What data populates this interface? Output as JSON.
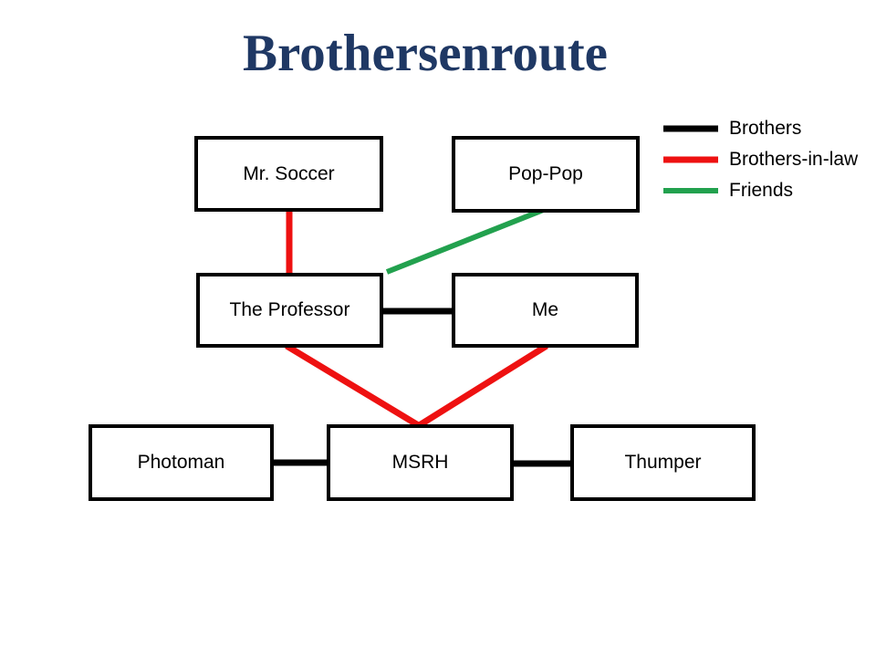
{
  "title": "Brothersenroute",
  "colors": {
    "title_text": "#1f3864",
    "brothers": "#000000",
    "brothers_in_law": "#ee1111",
    "friends": "#22a14e",
    "box_border": "#000000",
    "box_fill": "#ffffff",
    "background": "#ffffff"
  },
  "legend": {
    "items": [
      {
        "label": "Brothers",
        "color_key": "brothers"
      },
      {
        "label": "Brothers-in-law",
        "color_key": "brothers_in_law"
      },
      {
        "label": "Friends",
        "color_key": "friends"
      }
    ]
  },
  "nodes": [
    {
      "id": "mr-soccer",
      "label": "Mr. Soccer"
    },
    {
      "id": "pop-pop",
      "label": "Pop-Pop"
    },
    {
      "id": "the-professor",
      "label": "The Professor"
    },
    {
      "id": "me",
      "label": "Me"
    },
    {
      "id": "photoman",
      "label": "Photoman"
    },
    {
      "id": "msrh",
      "label": "MSRH"
    },
    {
      "id": "thumper",
      "label": "Thumper"
    }
  ],
  "edges": [
    {
      "from": "Mr. Soccer",
      "to": "The Professor",
      "relation": "Brothers-in-law"
    },
    {
      "from": "Pop-Pop",
      "to": "The Professor",
      "relation": "Friends"
    },
    {
      "from": "The Professor",
      "to": "Me",
      "relation": "Brothers"
    },
    {
      "from": "The Professor",
      "to": "MSRH",
      "relation": "Brothers-in-law"
    },
    {
      "from": "Me",
      "to": "MSRH",
      "relation": "Brothers-in-law"
    },
    {
      "from": "Photoman",
      "to": "MSRH",
      "relation": "Brothers"
    },
    {
      "from": "MSRH",
      "to": "Thumper",
      "relation": "Brothers"
    }
  ]
}
